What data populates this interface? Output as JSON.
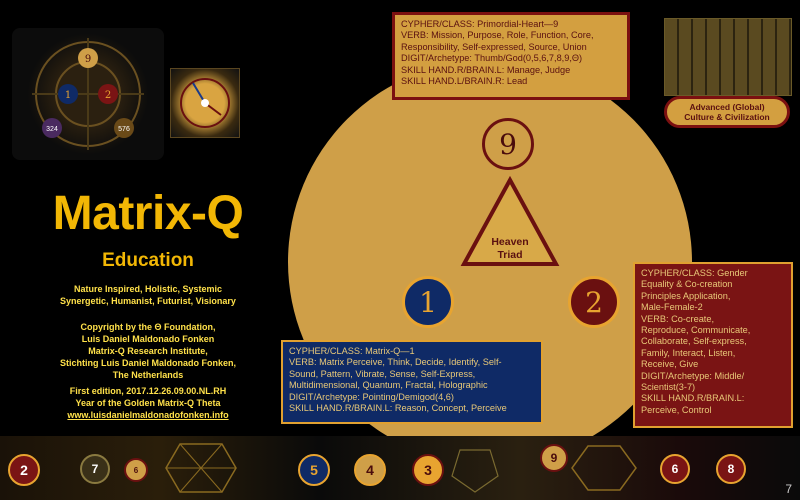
{
  "title": "Matrix-Q",
  "subtitle": "Education",
  "tagline": [
    "Nature Inspired, Holistic, Systemic",
    "Synergetic, Humanist, Futurist, Visionary"
  ],
  "copyright": [
    "Copyright by the Θ Foundation,",
    "Luis Daniel Maldonado Fonken",
    "Matrix-Q Research Institute,",
    "Stichting Luis Daniel Maldonado Fonken,",
    "The Netherlands"
  ],
  "edition": [
    "First edition, 2017.12.26.09.00.NL.RH",
    "Year of the Golden Matrix-Q Theta"
  ],
  "website": "www.luisdanielmaldonadofonken.info",
  "badge": [
    "Advanced (Global)",
    "Culture & Civilization"
  ],
  "triangle_label": [
    "Heaven",
    "Triad"
  ],
  "circles": {
    "nine": "9",
    "one": "1",
    "two": "2"
  },
  "box_heart": [
    "CYPHER/CLASS: Primordial-Heart—9",
    "VERB: Mission, Purpose, Role, Function, Core,",
    "Responsibility, Self-expressed, Source, Union",
    "DIGIT/Archetype: Thumb/God(0,5,6,7,8,9,Θ)",
    "SKILL HAND.R/BRAIN.L: Manage, Judge",
    "SKILL HAND.L/BRAIN.R: Lead"
  ],
  "box_one": [
    "CYPHER/CLASS: Matrix-Q—1",
    "VERB: Matrix Perceive, Think, Decide, Identify, Self-",
    "Sound, Pattern, Vibrate, Sense, Self-Express,",
    "Multidimensional, Quantum, Fractal, Holographic",
    "DIGIT/Archetype:  Pointing/Demigod(4,6)",
    "SKILL HAND.R/BRAIN.L: Reason, Concept, Perceive"
  ],
  "box_two": [
    "CYPHER/CLASS: Gender",
    "Equality  & Co-creation",
    "Principles Application,",
    "Male-Female-2",
    "VERB: Co-create,",
    "Reproduce, Communicate,",
    "Collaborate, Self-express,",
    "Family, Interact, Listen,",
    "Receive, Give",
    "DIGIT/Archetype: Middle/",
    "Scientist(3-7)",
    "SKILL HAND.R/BRAIN.L:",
    "Perceive, Control"
  ],
  "strip_numbers": [
    "2",
    "7",
    "6",
    "5",
    "4",
    "3",
    "9",
    "6",
    "8"
  ],
  "mandala_numbers": [
    "324",
    "576",
    "9",
    "1",
    "2"
  ],
  "page_number": "7",
  "colors": {
    "gold": "#f2b705",
    "circle": "#cf9f48",
    "navy": "#0f2a66",
    "maroon": "#7a1414"
  }
}
